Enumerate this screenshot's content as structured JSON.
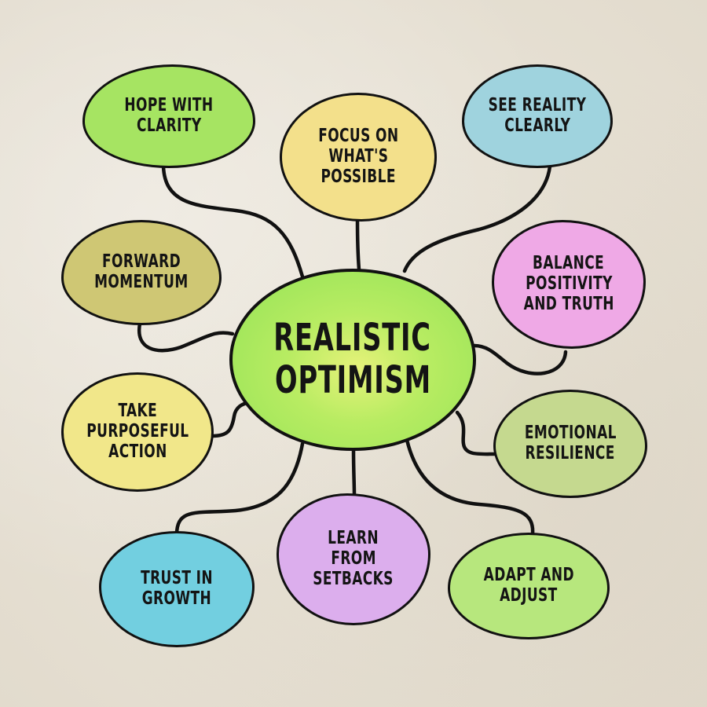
{
  "diagram": {
    "type": "mind-map",
    "center": {
      "id": "realistic-optimism",
      "lines": [
        "REALISTIC",
        "OPTIMISM"
      ],
      "color": "#9fe35a"
    },
    "nodes": [
      {
        "id": "hope-with-clarity",
        "lines": [
          "HOPE WITH",
          "CLARITY"
        ],
        "color": "#a6e462"
      },
      {
        "id": "focus-on-whats-possible",
        "lines": [
          "FOCUS ON",
          "WHAT'S",
          "POSSIBLE"
        ],
        "color": "#f3e08b"
      },
      {
        "id": "see-reality-clearly",
        "lines": [
          "SEE REALITY",
          "CLEARLY"
        ],
        "color": "#9fd3de"
      },
      {
        "id": "forward-momentum",
        "lines": [
          "FORWARD",
          "MOMENTUM"
        ],
        "color": "#cfc774"
      },
      {
        "id": "balance-positivity-and-truth",
        "lines": [
          "BALANCE",
          "POSITIVITY",
          "AND TRUTH"
        ],
        "color": "#efa9e6"
      },
      {
        "id": "take-purposeful-action",
        "lines": [
          "TAKE",
          "PURPOSEFUL",
          "ACTION"
        ],
        "color": "#f1e78a"
      },
      {
        "id": "emotional-resilience",
        "lines": [
          "EMOTIONAL",
          "RESILIENCE"
        ],
        "color": "#c5d98f"
      },
      {
        "id": "trust-in-growth",
        "lines": [
          "TRUST IN",
          "GROWTH"
        ],
        "color": "#72cfe0"
      },
      {
        "id": "learn-from-setbacks",
        "lines": [
          "LEARN",
          "FROM",
          "SETBACKS"
        ],
        "color": "#dcaeed"
      },
      {
        "id": "adapt-and-adjust",
        "lines": [
          "ADAPT AND",
          "ADJUST"
        ],
        "color": "#b7e77d"
      }
    ],
    "edges": [
      {
        "from": "realistic-optimism",
        "to": "hope-with-clarity"
      },
      {
        "from": "realistic-optimism",
        "to": "focus-on-whats-possible"
      },
      {
        "from": "realistic-optimism",
        "to": "see-reality-clearly"
      },
      {
        "from": "realistic-optimism",
        "to": "forward-momentum"
      },
      {
        "from": "realistic-optimism",
        "to": "balance-positivity-and-truth"
      },
      {
        "from": "realistic-optimism",
        "to": "take-purposeful-action"
      },
      {
        "from": "realistic-optimism",
        "to": "emotional-resilience"
      },
      {
        "from": "realistic-optimism",
        "to": "trust-in-growth"
      },
      {
        "from": "realistic-optimism",
        "to": "learn-from-setbacks"
      },
      {
        "from": "realistic-optimism",
        "to": "adapt-and-adjust"
      }
    ],
    "colors": {
      "background": "#e9e3d7",
      "outline": "#111111"
    }
  }
}
